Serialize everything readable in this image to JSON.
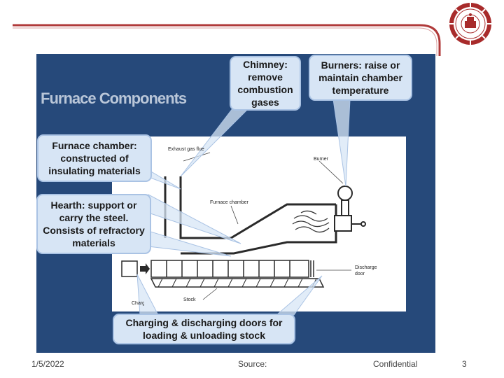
{
  "slide": {
    "title": "Furnace Components",
    "callouts": {
      "chimney": "Chimney: remove combustion gases",
      "burners": "Burners: raise or maintain chamber temperature",
      "chamber": "Furnace chamber: constructed of insulating materials",
      "hearth": "Hearth: support or carry the steel. Consists of refractory materials",
      "doors": "Charging & discharging doors for loading & unloading stock"
    },
    "diagram_labels": {
      "exhaust": "Exhaust gas flue",
      "burner": "Burner",
      "chamber": "Furnace chamber",
      "discharge": "Discharge door",
      "stock": "Stock",
      "charging": "Charging door"
    }
  },
  "footer": {
    "date": "1/5/2022",
    "source": "Source:",
    "confidential": "Confidential",
    "page": "3"
  },
  "colors": {
    "panel": "#26497a",
    "callout_bg": "#d7e5f5",
    "accent_line": "#b03a3a",
    "seal": "#a82b2b"
  },
  "icons": {
    "logo": "university-seal-icon"
  }
}
